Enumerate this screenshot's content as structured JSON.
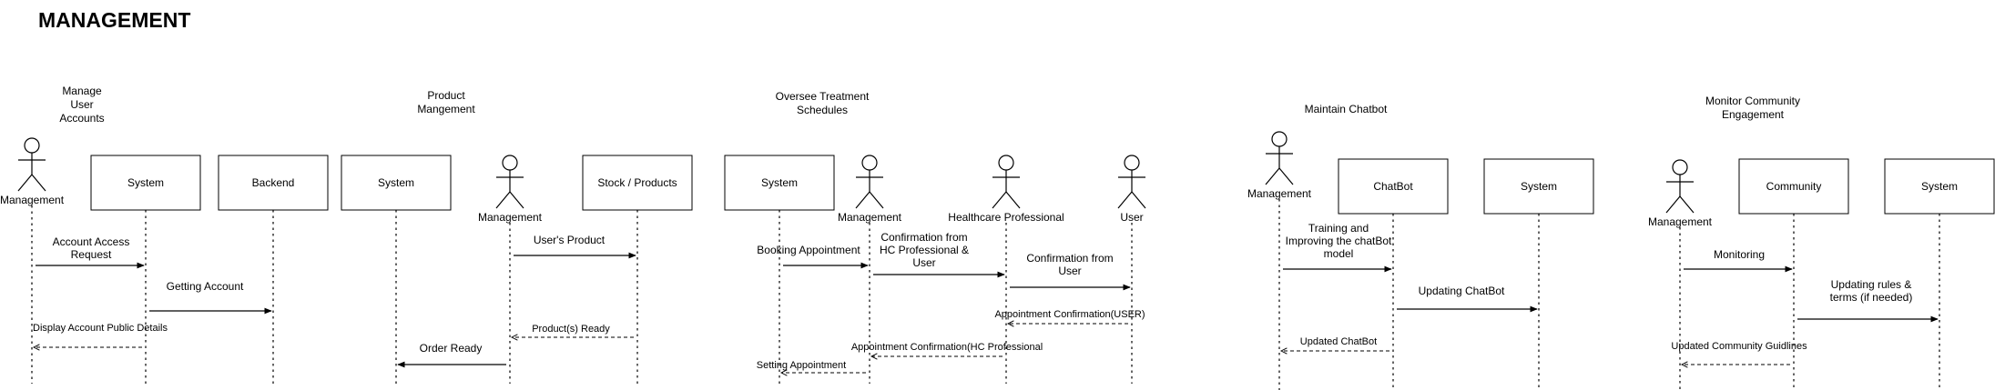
{
  "title": "MANAGEMENT",
  "sections": [
    {
      "title": "Manage\nUser\nAccounts",
      "participants": [
        "Management",
        "System",
        "Backend"
      ],
      "messages": [
        {
          "text": "Account Access\nRequest",
          "from": "Management",
          "to": "System",
          "type": "sync"
        },
        {
          "text": "Getting Account",
          "from": "System",
          "to": "Backend",
          "type": "sync"
        },
        {
          "text": "Display Account Public Details",
          "from": "System",
          "to": "Management",
          "type": "return"
        }
      ]
    },
    {
      "title": "Product\nMangement",
      "participants": [
        "System",
        "Management",
        "Stock / Products"
      ],
      "messages": [
        {
          "text": "User's Product",
          "from": "Management",
          "to": "Stock / Products",
          "type": "sync"
        },
        {
          "text": "Product(s) Ready",
          "from": "Stock / Products",
          "to": "Management",
          "type": "return"
        },
        {
          "text": "Order Ready",
          "from": "Management",
          "to": "System",
          "type": "sync"
        }
      ]
    },
    {
      "title": "Oversee Treatment\nSchedules",
      "participants": [
        "System",
        "Management",
        "Healthcare Professional",
        "User"
      ],
      "messages": [
        {
          "text": "Booking Appointment",
          "from": "System",
          "to": "Management",
          "type": "sync"
        },
        {
          "text": "Confirmation from\nHC Professional &\nUser",
          "from": "Management",
          "to": "Healthcare Professional",
          "type": "sync"
        },
        {
          "text": "Confirmation from\nUser",
          "from": "Healthcare Professional",
          "to": "User",
          "type": "sync"
        },
        {
          "text": "Appointment Confirmation(USER)",
          "from": "User",
          "to": "Healthcare Professional",
          "type": "return"
        },
        {
          "text": "Appointment Confirmation(HC Professional",
          "from": "Healthcare Professional",
          "to": "Management",
          "type": "return"
        },
        {
          "text": "Setting Appointment",
          "from": "Management",
          "to": "System",
          "type": "return"
        }
      ]
    },
    {
      "title": "Maintain Chatbot",
      "participants": [
        "Management",
        "ChatBot",
        "System"
      ],
      "messages": [
        {
          "text": "Training and\nImproving the chatBot\nmodel",
          "from": "Management",
          "to": "ChatBot",
          "type": "sync"
        },
        {
          "text": "Updating ChatBot",
          "from": "ChatBot",
          "to": "System",
          "type": "sync"
        },
        {
          "text": "Updated ChatBot",
          "from": "ChatBot",
          "to": "Management",
          "type": "return"
        }
      ]
    },
    {
      "title": "Monitor Community\nEngagement",
      "participants": [
        "Management",
        "Community",
        "System"
      ],
      "messages": [
        {
          "text": "Monitoring",
          "from": "Management",
          "to": "Community",
          "type": "sync"
        },
        {
          "text": "Updating rules &\nterms (if needed)",
          "from": "Community",
          "to": "System",
          "type": "sync"
        },
        {
          "text": "Updated Community Guidlines",
          "from": "Community",
          "to": "Management",
          "type": "return"
        }
      ]
    }
  ]
}
